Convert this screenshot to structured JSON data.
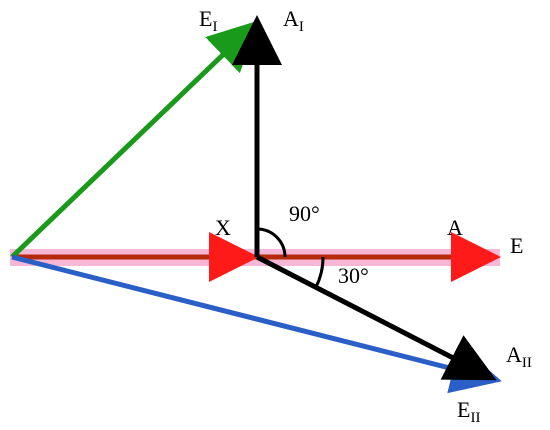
{
  "labels": {
    "e1_main": "E",
    "e1_sub": "I",
    "a1_main": "A",
    "a1_sub": "I",
    "x": "X",
    "a": "A",
    "e": "E",
    "a2_main": "A",
    "a2_sub": "II",
    "e2_main": "E",
    "e2_sub": "II",
    "angle_90": "90°",
    "angle_30": "30°"
  },
  "colors": {
    "green_vector": "#1a9a1a",
    "blue_vector": "#2a5fc8",
    "red_vector": "#b52a0a",
    "red_arrowhead": "#ff1a1a",
    "pink_band": "#f6b6d6",
    "black_vector": "#000000"
  }
}
